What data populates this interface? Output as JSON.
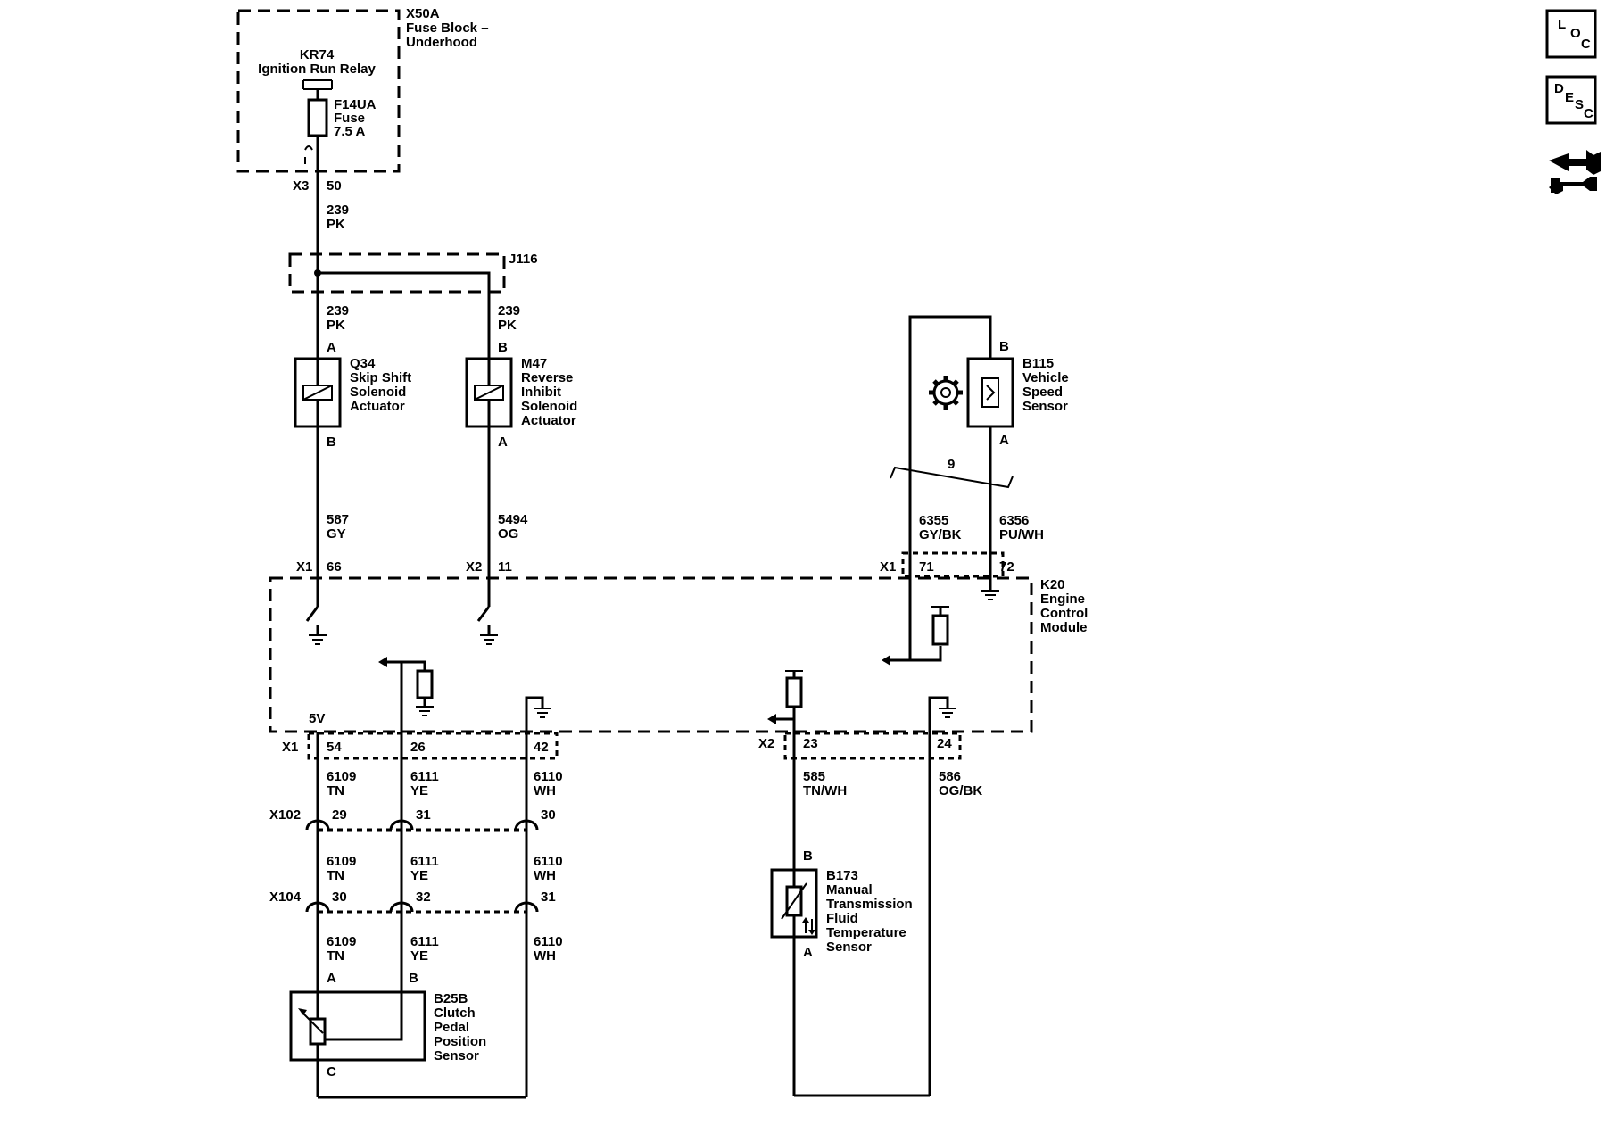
{
  "fuse_block": {
    "id": "X50A",
    "name_l1": "Fuse Block –",
    "name_l2": "Underhood",
    "relay_id": "KR74",
    "relay_name": "Ignition Run Relay",
    "fuse_id": "F14UA",
    "fuse_word": "Fuse",
    "fuse_rating": "7.5 A",
    "conn": "X3",
    "pin": "50"
  },
  "splice": {
    "id": "J116"
  },
  "wires": {
    "w239a": {
      "num": "239",
      "color": "PK"
    },
    "w239b": {
      "num": "239",
      "color": "PK"
    },
    "w239c": {
      "num": "239",
      "color": "PK"
    },
    "w587": {
      "num": "587",
      "color": "GY"
    },
    "w5494": {
      "num": "5494",
      "color": "OG"
    },
    "w6355": {
      "num": "6355",
      "color": "GY/BK"
    },
    "w6356": {
      "num": "6356",
      "color": "PU/WH"
    },
    "w6109a": {
      "num": "6109",
      "color": "TN"
    },
    "w6111a": {
      "num": "6111",
      "color": "YE"
    },
    "w6110a": {
      "num": "6110",
      "color": "WH"
    },
    "w6109b": {
      "num": "6109",
      "color": "TN"
    },
    "w6111b": {
      "num": "6111",
      "color": "YE"
    },
    "w6110b": {
      "num": "6110",
      "color": "WH"
    },
    "w6109c": {
      "num": "6109",
      "color": "TN"
    },
    "w6111c": {
      "num": "6111",
      "color": "YE"
    },
    "w6110c": {
      "num": "6110",
      "color": "WH"
    },
    "w585": {
      "num": "585",
      "color": "TN/WH"
    },
    "w586": {
      "num": "586",
      "color": "OG/BK"
    }
  },
  "q34": {
    "pin_top": "A",
    "pin_bot": "B",
    "l1": "Q34",
    "l2": "Skip Shift",
    "l3": "Solenoid",
    "l4": "Actuator"
  },
  "m47": {
    "pin_top": "B",
    "pin_bot": "A",
    "l1": "M47",
    "l2": "Reverse",
    "l3": "Inhibit",
    "l4": "Solenoid",
    "l5": "Actuator"
  },
  "b115": {
    "pin_top": "B",
    "pin_bot": "A",
    "l1": "B115",
    "l2": "Vehicle",
    "l3": "Speed",
    "l4": "Sensor",
    "twist": "9"
  },
  "ecm": {
    "l1": "K20",
    "l2": "Engine",
    "l3": "Control",
    "l4": "Module",
    "x1_top": "X1",
    "p66": "66",
    "x2_top": "X2",
    "p11": "11",
    "x1_right": "X1",
    "p71": "71",
    "p72": "72",
    "ref5v": "5V",
    "x1_bot": "X1",
    "p54": "54",
    "p26": "26",
    "p42": "42",
    "x2_bot": "X2",
    "p23": "23",
    "p24": "24"
  },
  "x102": {
    "id": "X102",
    "p1": "29",
    "p2": "31",
    "p3": "30"
  },
  "x104": {
    "id": "X104",
    "p1": "30",
    "p2": "32",
    "p3": "31"
  },
  "b25b": {
    "pin_a": "A",
    "pin_b": "B",
    "pin_c": "C",
    "l1": "B25B",
    "l2": "Clutch",
    "l3": "Pedal",
    "l4": "Position",
    "l5": "Sensor"
  },
  "b173": {
    "pin_top": "B",
    "pin_bot": "A",
    "l1": "B173",
    "l2": "Manual",
    "l3": "Transmission",
    "l4": "Fluid",
    "l5": "Temperature",
    "l6": "Sensor"
  },
  "nav": {
    "loc": {
      "a": "L",
      "b": "O",
      "c": "C"
    },
    "desc": {
      "a": "D",
      "b": "E",
      "c": "S",
      "d": "C"
    }
  }
}
